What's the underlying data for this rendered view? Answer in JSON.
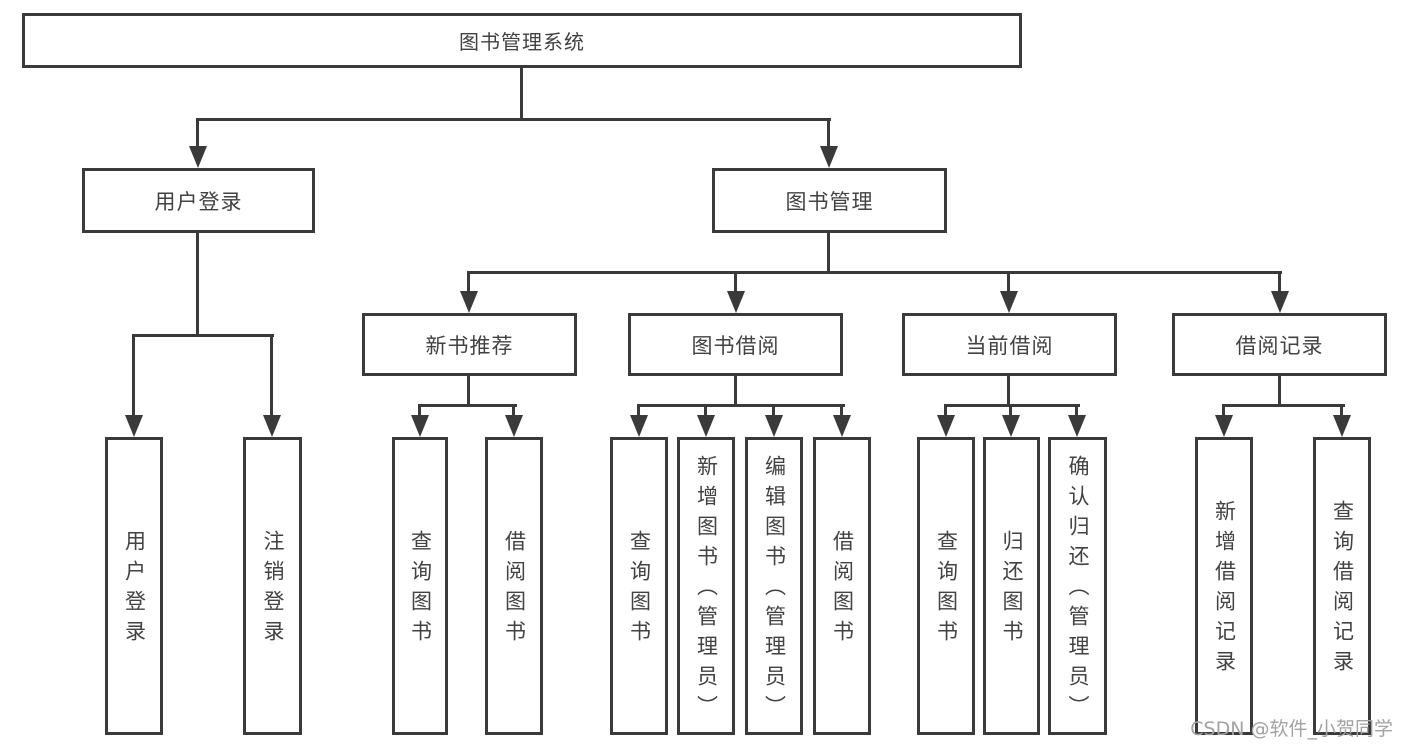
{
  "colors": {
    "line": "#3a3a3a",
    "text": "#424242",
    "watermark": "#a3a3a3",
    "background": "#ffffff"
  },
  "diagram_type": "functional-structure-tree",
  "nodes": {
    "root": {
      "label": "图书管理系统"
    },
    "l2": [
      {
        "label": "用户登录"
      },
      {
        "label": "图书管理"
      }
    ],
    "l3": [
      {
        "label": "新书推荐",
        "parent": "图书管理"
      },
      {
        "label": "图书借阅",
        "parent": "图书管理"
      },
      {
        "label": "当前借阅",
        "parent": "图书管理"
      },
      {
        "label": "借阅记录",
        "parent": "图书管理"
      }
    ],
    "leaves": [
      {
        "label": "用户登录",
        "parent": "用户登录"
      },
      {
        "label": "注销登录",
        "parent": "用户登录"
      },
      {
        "label": "查询图书",
        "parent": "新书推荐"
      },
      {
        "label": "借阅图书",
        "parent": "新书推荐"
      },
      {
        "label": "查询图书",
        "parent": "图书借阅"
      },
      {
        "label": "新增图书（管理员）",
        "parent": "图书借阅"
      },
      {
        "label": "编辑图书（管理员）",
        "parent": "图书借阅"
      },
      {
        "label": "借阅图书",
        "parent": "图书借阅"
      },
      {
        "label": "查询图书",
        "parent": "当前借阅"
      },
      {
        "label": "归还图书",
        "parent": "当前借阅"
      },
      {
        "label": "确认归还（管理员）",
        "parent": "当前借阅"
      },
      {
        "label": "新增借阅记录",
        "parent": "借阅记录"
      },
      {
        "label": "查询借阅记录",
        "parent": "借阅记录"
      }
    ]
  },
  "watermark": {
    "text": "CSDN @软件_小贺同学"
  }
}
